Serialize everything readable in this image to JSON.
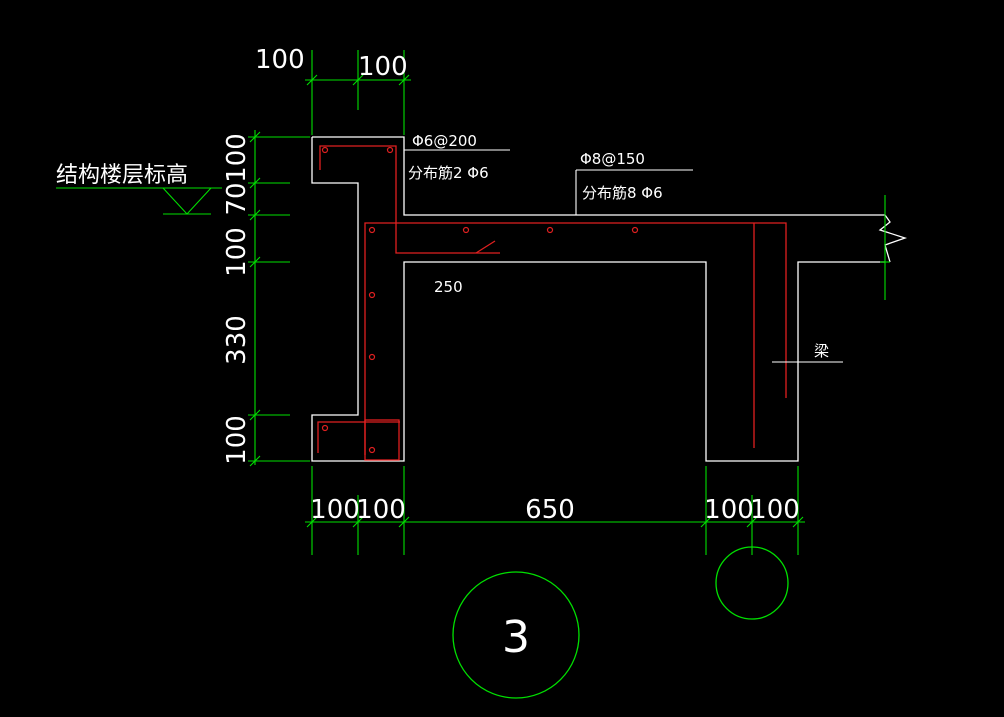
{
  "colors": {
    "background": "#000000",
    "outline": "#ffffff",
    "rebar": "#ff2020",
    "dimension": "#00ff00"
  },
  "labels": {
    "level": "结构楼层标高",
    "rebar_top_left": "Φ6@200",
    "dist_left": "分布筋2 Φ6",
    "rebar_top_right": "Φ8@150",
    "dist_right": "分布筋8 Φ6",
    "inner_width": "250",
    "beam": "梁",
    "detail_number": "3"
  },
  "dimensions": {
    "top": [
      "100",
      "100"
    ],
    "left": [
      "100",
      "70",
      "100",
      "330",
      "100"
    ],
    "bottom": [
      "100",
      "100",
      "650",
      "100",
      "100"
    ]
  }
}
